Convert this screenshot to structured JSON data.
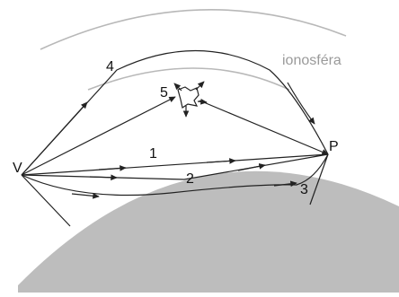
{
  "labels": {
    "transmitter": "V",
    "receiver": "P",
    "ionosphere": "ionosféra",
    "path_1": "1",
    "path_2": "2",
    "path_3": "3",
    "path_4": "4",
    "path_5": "5"
  },
  "colors": {
    "earth": "#bdbdbd",
    "ionosphere": "#b8b8b8",
    "ray": "#222222",
    "ionosphere_text": "#9a9a9a"
  }
}
